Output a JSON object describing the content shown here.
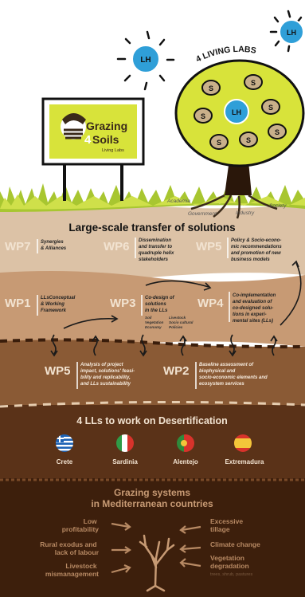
{
  "header": {
    "sign_title": "Grazing",
    "sign_title_2": "4",
    "sign_title_3": "Soils",
    "sign_subtitle": "Living Labs",
    "tree_title": "4 LIVING LABS",
    "lh_label": "LH",
    "s_label": "S",
    "stakeholders": [
      "Academia",
      "Government",
      "Industry",
      "Society"
    ]
  },
  "colors": {
    "tree_green": "#d8e33a",
    "blue": "#2f9fd8",
    "soil_light": "#dcc2a6",
    "soil_mid": "#c79a74",
    "soil_brown": "#8a5a35",
    "soil_dark": "#4e2a12",
    "soil_darkest": "#3a1d0b",
    "wp_label": "#f2e3d1"
  },
  "transfer": {
    "title": "Large-scale transfer of solutions",
    "wp7": {
      "label": "WP7",
      "text": [
        "Synergies",
        "& Alliances"
      ]
    },
    "wp6": {
      "label": "WP6",
      "text": [
        "Dissemination",
        "and transfer to",
        "quadruple helix",
        "stakeholders"
      ]
    },
    "wp5": {
      "label": "WP5",
      "text": [
        "Policy & Socio-econo-",
        "mic  recommendations",
        "and  promotion of new",
        "business models"
      ]
    }
  },
  "codesign": {
    "wp1": {
      "label": "WP1",
      "text": [
        "LLsConceptual",
        "& Working",
        "Framework"
      ]
    },
    "wp3": {
      "label": "WP3",
      "text": [
        "Co-design of",
        "solutions",
        "in the LLs"
      ],
      "subtext": [
        "Soil",
        "Vegetation",
        "Economy",
        "Livestock",
        "Socio cultural",
        "Policies"
      ]
    },
    "wp4": {
      "label": "WP4",
      "text": [
        "Co-implementation",
        "and evaluation of",
        "co-designed solu-",
        "tions in experi-",
        "mental sites (LLs)"
      ]
    }
  },
  "assessment": {
    "wp5": {
      "label": "WP5",
      "text": [
        "Analysis of project",
        "impact, solutions' feasi-",
        "bility and replicability,",
        "and LLs sustainability"
      ]
    },
    "wp2": {
      "label": "WP2",
      "text": [
        "Baseline assessment of",
        "biophysical and",
        "socio-economic elements and",
        "ecosystem services"
      ]
    }
  },
  "living_labs": {
    "title": "4 LLs to work on Desertification",
    "sites": [
      "Crete",
      "Sardinia",
      "Alentejo",
      "Extremadura"
    ]
  },
  "grazing": {
    "title": [
      "Grazing systems",
      "in Mediterranean countries"
    ],
    "left": [
      "Low",
      "profitability",
      "Rural exodus and",
      "lack of labour",
      "Livestock",
      "mismanagement"
    ],
    "right": [
      "Excessive",
      "tillage",
      "Climate change",
      "Vegetation",
      "degradation"
    ],
    "right_note": "trees, shrub, pastures"
  }
}
